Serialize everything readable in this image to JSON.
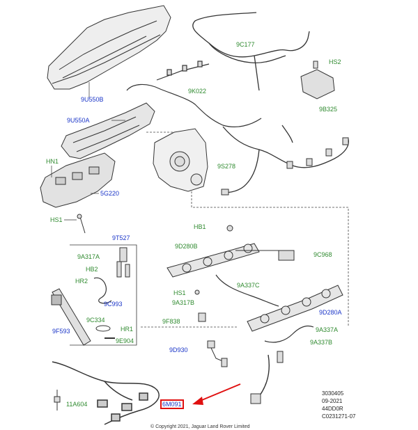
{
  "labels": {
    "9U550B": "9U550B",
    "9U550A": "9U550A",
    "HN1": "HN1",
    "5G220": "5G220",
    "HS1_top": "HS1",
    "9T527": "9T527",
    "9A317A": "9A317A",
    "HB2": "HB2",
    "HR2": "HR2",
    "9C993": "9C993",
    "9C334": "9C334",
    "HR1": "HR1",
    "9E904": "9E904",
    "9F593": "9F593",
    "11A604": "11A604",
    "9C177": "9C177",
    "HS2": "HS2",
    "9K022": "9K022",
    "9B325": "9B325",
    "9S278": "9S278",
    "HB1": "HB1",
    "9D280B": "9D280B",
    "9C968": "9C968",
    "HS1_mid": "HS1",
    "9A337C": "9A337C",
    "9A317B": "9A317B",
    "9D280A": "9D280A",
    "9F838": "9F838",
    "9A337A": "9A337A",
    "9A337B": "9A337B",
    "9D930": "9D930",
    "6M091": "6M091"
  },
  "meta": {
    "line1": "3030405",
    "line2": "09-2021",
    "line3": "44DD0R",
    "line4": "C0231271-07"
  },
  "copyright": "© Copyright 2021, Jaguar Land Rover Limited",
  "colors": {
    "part_label": "#1a35c8",
    "fastener_label": "#2f8a2f",
    "highlight": "#e01010",
    "arrow": "#e01010"
  }
}
